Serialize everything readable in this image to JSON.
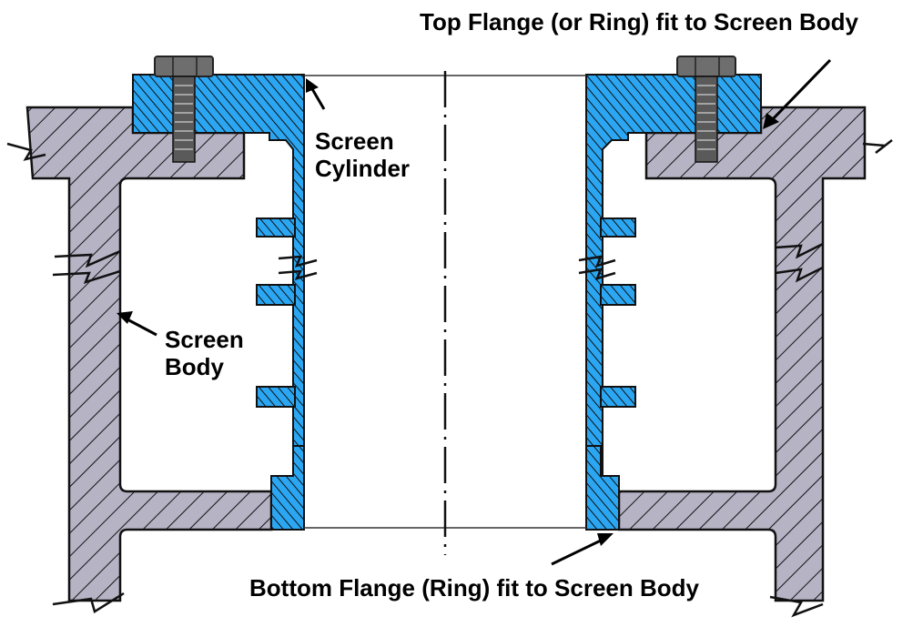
{
  "diagram": {
    "title": "Screen cylinder cross-section with flanges",
    "colors": {
      "screen_body": "#b5b3c4",
      "flange_cylinder": "#2ba6f2",
      "bolt": "#6e6e6e",
      "outline": "#111111"
    },
    "labels": {
      "top_flange": "Top Flange (or Ring) fit to Screen Body",
      "screen_cylinder_line1": "Screen",
      "screen_cylinder_line2": "Cylinder",
      "screen_body_line1": "Screen",
      "screen_body_line2": "Body",
      "bottom_flange": "Bottom Flange (Ring) fit to Screen Body"
    },
    "components": [
      {
        "id": "screen-body",
        "name": "Screen Body",
        "material_color": "gray"
      },
      {
        "id": "screen-cylinder",
        "name": "Screen Cylinder",
        "material_color": "blue"
      },
      {
        "id": "top-flange",
        "name": "Top Flange (or Ring)",
        "material_color": "blue"
      },
      {
        "id": "bottom-flange",
        "name": "Bottom Flange (Ring)",
        "material_color": "blue"
      },
      {
        "id": "bolt",
        "name": "Bolt",
        "count": 2
      }
    ]
  }
}
